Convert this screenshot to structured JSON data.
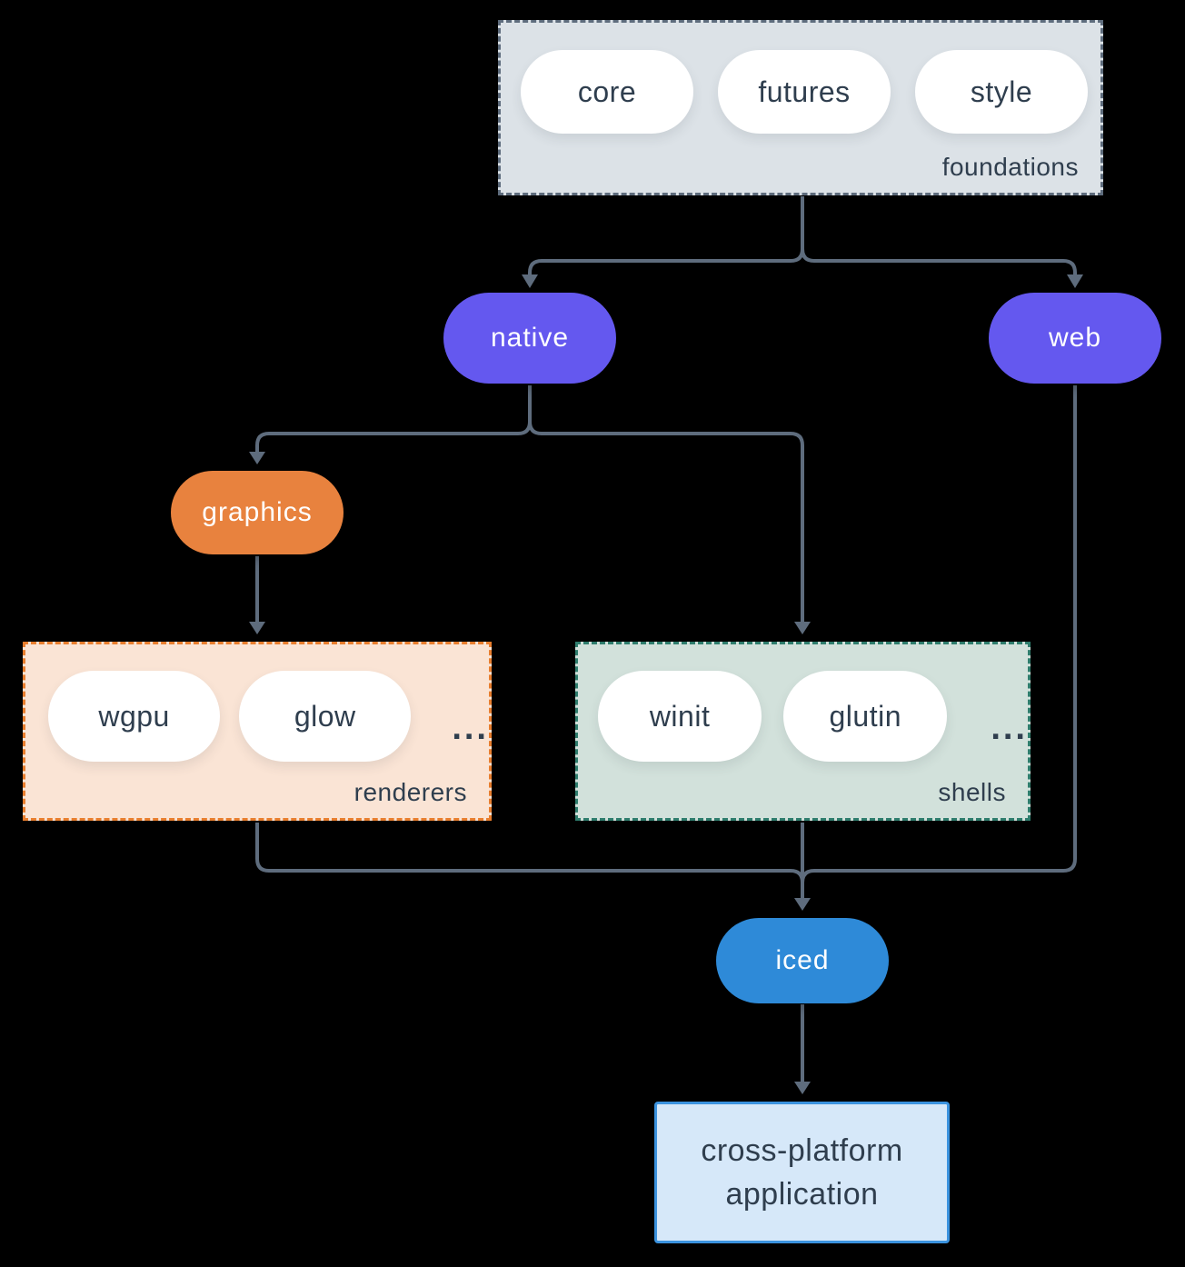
{
  "colors": {
    "background": "#000000",
    "line": "#5E6C7D",
    "text-dark": "#2F3E4E",
    "pill-white": "#FFFFFF",
    "purple": "#6458EF",
    "orange": "#E8823E",
    "blue": "#2E8AD8",
    "foundations-fill": "#DCE2E7",
    "foundations-border": "#5E6C7D",
    "renderers-fill": "#FAE4D5",
    "renderers-border": "#E87E2E",
    "shells-fill": "#D2E1DB",
    "shells-border": "#2F7D6D",
    "app-fill": "#D6E8F9",
    "app-border": "#3B93DF"
  },
  "groups": {
    "foundations": {
      "label": "foundations",
      "pills": [
        "core",
        "futures",
        "style"
      ]
    },
    "renderers": {
      "label": "renderers",
      "pills": [
        "wgpu",
        "glow"
      ],
      "more": "..."
    },
    "shells": {
      "label": "shells",
      "pills": [
        "winit",
        "glutin"
      ],
      "more": "..."
    }
  },
  "nodes": {
    "native": "native",
    "web": "web",
    "graphics": "graphics",
    "iced": "iced",
    "application": {
      "line1": "cross-platform",
      "line2": "application"
    }
  }
}
